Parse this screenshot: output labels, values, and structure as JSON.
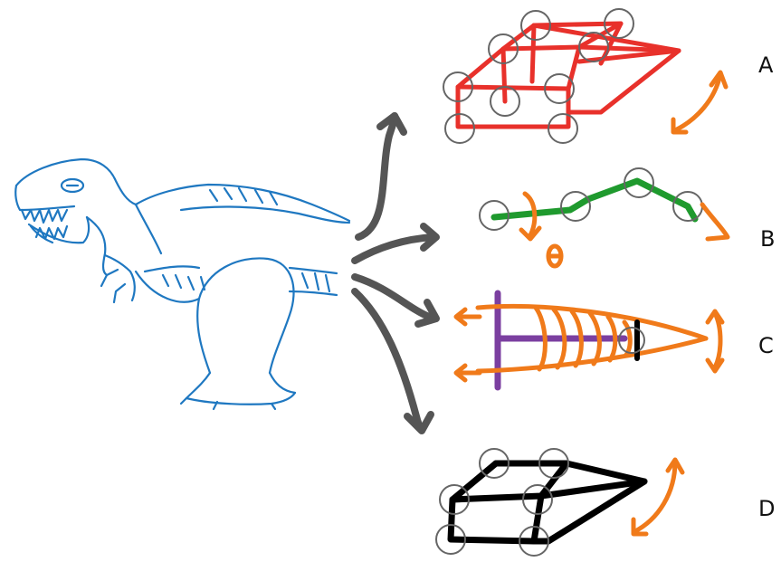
{
  "labels": {
    "a": "A",
    "b": "B",
    "c": "C",
    "d": "D",
    "theta": "θ"
  },
  "colors": {
    "dino": "#1f78c1",
    "arrows": "#555555",
    "red": "#e8312b",
    "green": "#1f9a2e",
    "orange": "#f07a1a",
    "purple": "#7b3fa0",
    "black": "#000000",
    "joint_circle": "#666666"
  },
  "icons": [
    "dinosaur-sketch",
    "rotate-arrow-icon"
  ]
}
